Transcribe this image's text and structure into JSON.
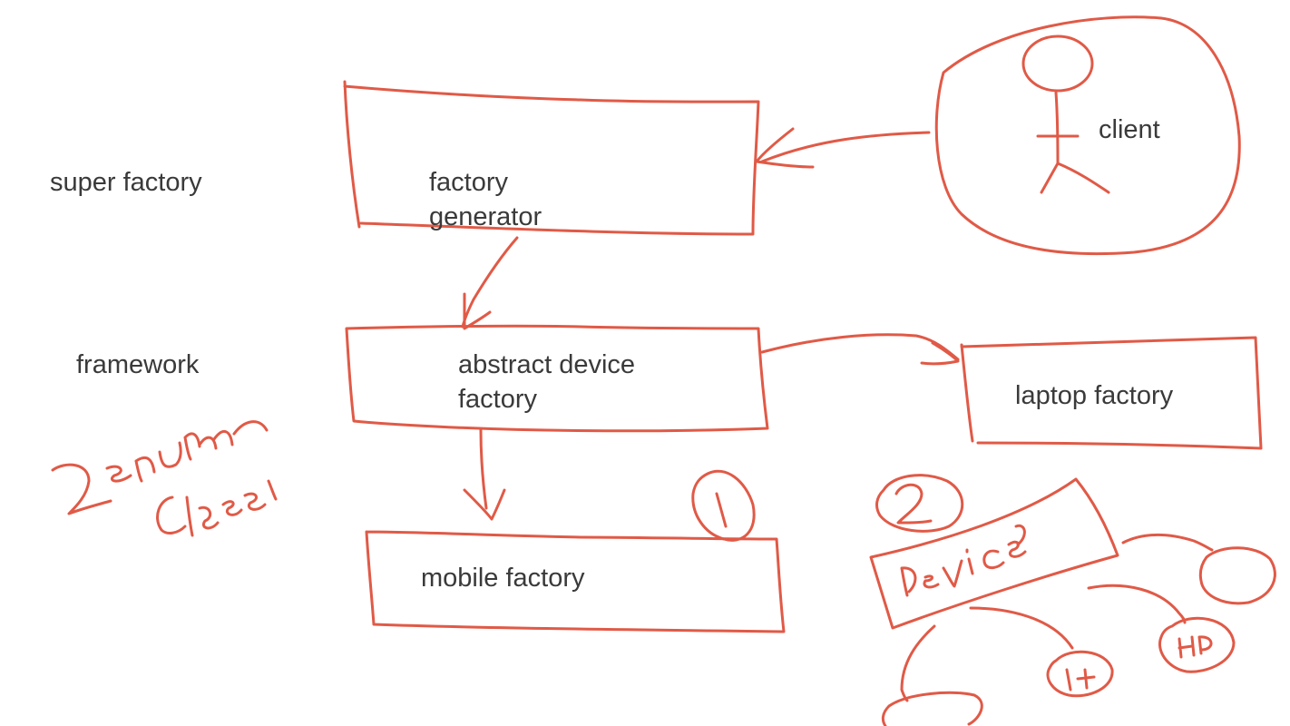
{
  "colors": {
    "ink": "#e05a47",
    "text": "#3a3a3a",
    "background": "#ffffff"
  },
  "labels": {
    "super_factory": "super factory",
    "framework": "framework",
    "factory_generator_line1": "factory",
    "factory_generator_line2": "generator",
    "abstract_line1": "abstract device",
    "abstract_line2": "factory",
    "laptop_factory": "laptop factory",
    "mobile_factory": "mobile factory",
    "client": "client"
  },
  "handwriting": {
    "enum_note_line1": "2 enum",
    "enum_note_line2": "class",
    "badge_1": "1",
    "badge_2": "2",
    "device": "device",
    "plus_one": "1+",
    "hp": "HP"
  }
}
